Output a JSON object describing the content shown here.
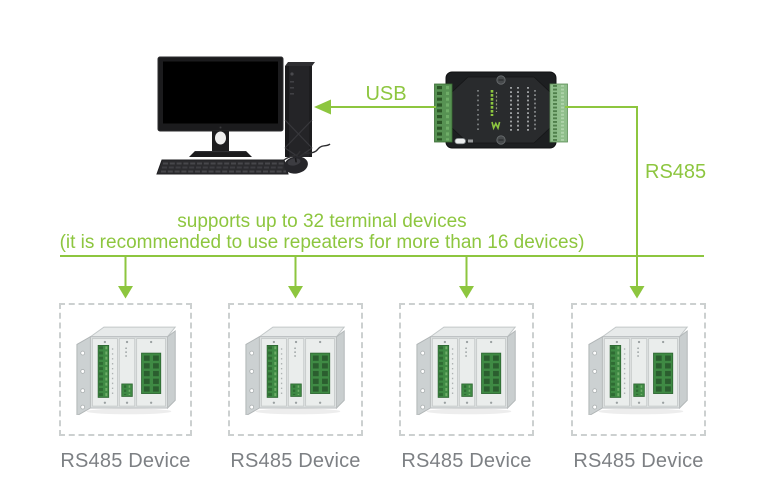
{
  "diagram": {
    "background_color": "#ffffff",
    "accent_green": "#8dc63f",
    "device_label_color": "#7d8084",
    "usb_connection_label": "USB",
    "rs485_connection_label": "RS485",
    "note_line1": "supports up to 32 terminal devices",
    "note_line2": "(it is recommended to use repeaters for more than 16 devices)",
    "terminal_devices": [
      {
        "label": "RS485 Device"
      },
      {
        "label": "RS485 Device"
      },
      {
        "label": "RS485 Device"
      },
      {
        "label": "RS485 Device"
      }
    ]
  }
}
